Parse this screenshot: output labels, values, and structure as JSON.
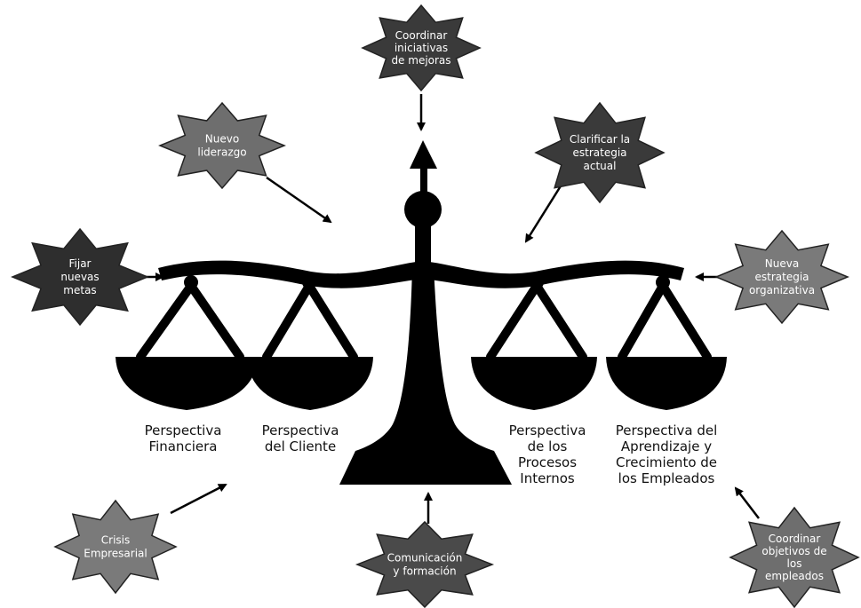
{
  "stars": [
    {
      "id": "coordinar-iniciativas",
      "lines": [
        "Coordinar",
        "iniciativas",
        "de mejoras"
      ],
      "fill": "#3a3a3a"
    },
    {
      "id": "nuevo-liderazgo",
      "lines": [
        "Nuevo",
        "liderazgo"
      ],
      "fill": "#6e6e6e"
    },
    {
      "id": "clarificar-estrategia",
      "lines": [
        "Clarificar la",
        "estrategia",
        "actual"
      ],
      "fill": "#3a3a3a"
    },
    {
      "id": "fijar-metas",
      "lines": [
        "Fijar",
        "nuevas",
        "metas"
      ],
      "fill": "#2e2e2e"
    },
    {
      "id": "nueva-estrategia",
      "lines": [
        "Nueva",
        "estrategia",
        "organizativa"
      ],
      "fill": "#7a7a7a"
    },
    {
      "id": "crisis-empresarial",
      "lines": [
        "Crisis",
        "Empresarial"
      ],
      "fill": "#7a7a7a"
    },
    {
      "id": "comunicacion-formacion",
      "lines": [
        "Comunicación",
        "y formación"
      ],
      "fill": "#4a4a4a"
    },
    {
      "id": "coordinar-objetivos",
      "lines": [
        "Coordinar",
        "objetivos de",
        "los",
        "empleados"
      ],
      "fill": "#6e6e6e"
    }
  ],
  "pans": [
    {
      "id": "financiera",
      "lines": [
        "Perspectiva",
        "Financiera"
      ]
    },
    {
      "id": "cliente",
      "lines": [
        "Perspectiva",
        "del Cliente"
      ]
    },
    {
      "id": "procesos",
      "lines": [
        "Perspectiva",
        "de los",
        "Procesos",
        "Internos"
      ]
    },
    {
      "id": "aprendizaje",
      "lines": [
        "Perspectiva del",
        "Aprendizaje y",
        "Crecimiento de",
        "los Empleados"
      ]
    }
  ],
  "colors": {
    "scale": "#000000",
    "star_stroke": "#222222",
    "arrow": "#000000",
    "star_text": "#ffffff"
  }
}
